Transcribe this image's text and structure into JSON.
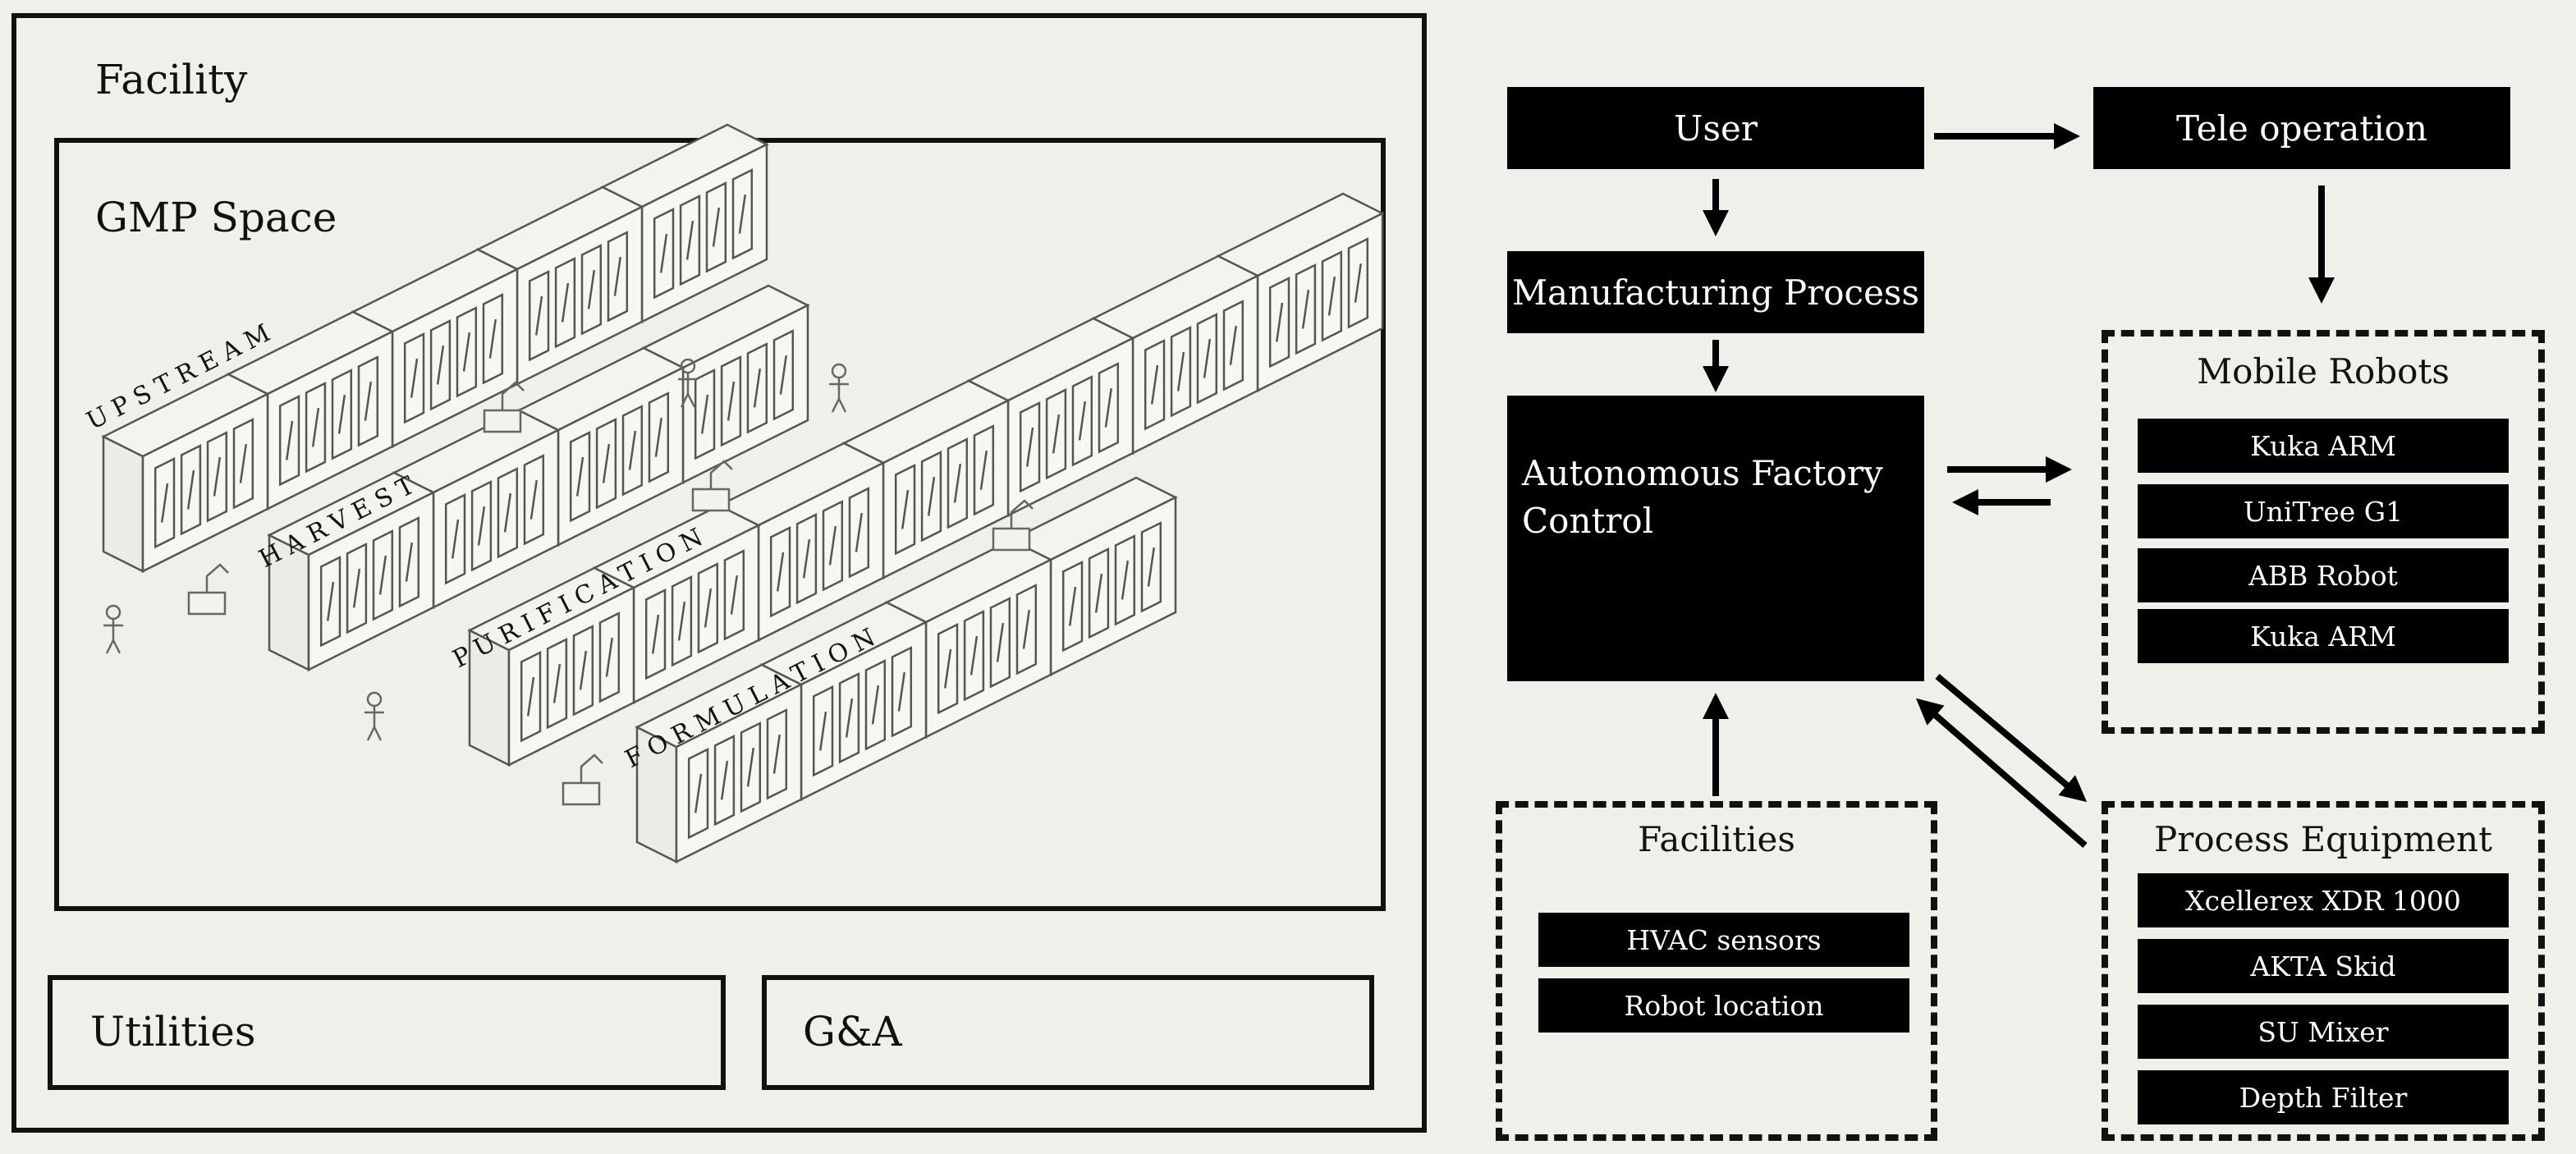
{
  "facility": {
    "title": "Facility",
    "gmp_title": "GMP Space",
    "stages": [
      "UPSTREAM",
      "HARVEST",
      "PURIFICATION",
      "FORMULATION"
    ],
    "utilities": "Utilities",
    "ga": "G&A"
  },
  "flow": {
    "user": "User",
    "teleop": "Tele operation",
    "process": "Manufacturing Process",
    "afc_line1": "Autonomous Factory",
    "afc_line2": "Control",
    "mobile_robots": {
      "title": "Mobile Robots",
      "items": [
        "Kuka ARM",
        "UniTree G1",
        "ABB Robot",
        "Kuka ARM"
      ]
    },
    "facilities": {
      "title": "Facilities",
      "items": [
        "HVAC sensors",
        "Robot location"
      ]
    },
    "process_equipment": {
      "title": "Process Equipment",
      "items": [
        "Xcellerex XDR 1000",
        "AKTA Skid",
        "SU Mixer",
        "Depth Filter"
      ]
    }
  }
}
